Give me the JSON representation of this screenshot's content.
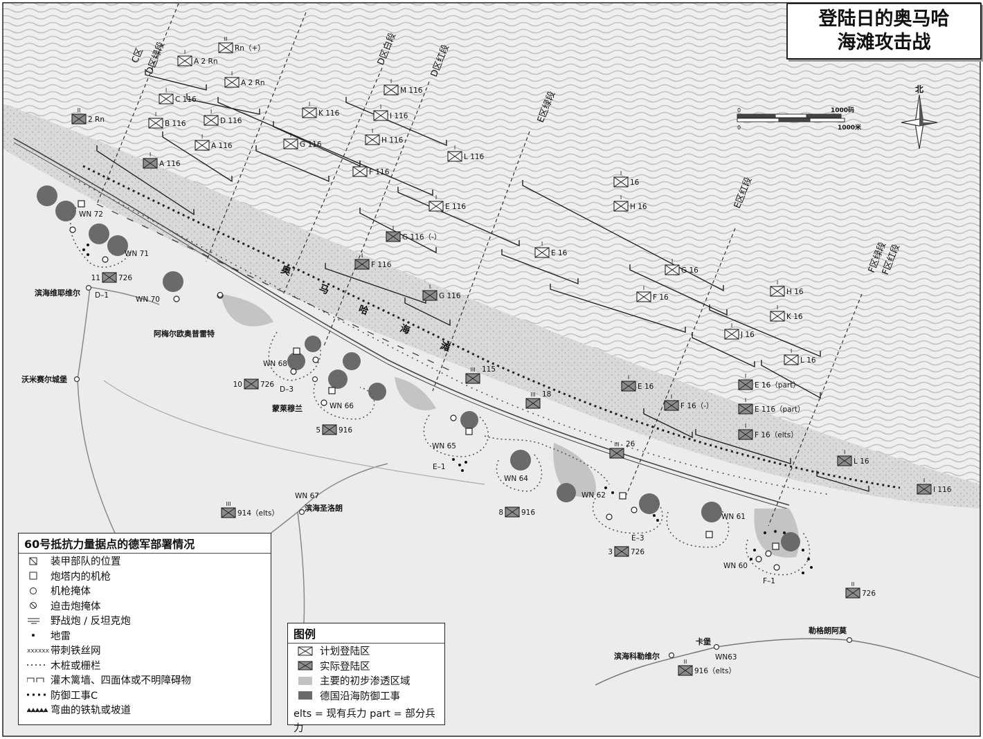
{
  "title": {
    "line1": "登陆日的奥马哈",
    "line2": "海滩攻击战"
  },
  "compass": {
    "label": "北"
  },
  "scale": {
    "zero_top": "0",
    "yards": "1000码",
    "zero_bottom": "0",
    "meters": "1000米"
  },
  "beach_label": [
    "奥",
    "马",
    "哈",
    "海",
    "滩"
  ],
  "sectors": [
    {
      "label": "C区"
    },
    {
      "label": "D区绿段"
    },
    {
      "label": "D区白段"
    },
    {
      "label": "D区红段"
    },
    {
      "label": "E区绿段"
    },
    {
      "label": "E区红段"
    },
    {
      "label": "F区绿段"
    },
    {
      "label": "F区红段"
    }
  ],
  "planned_units": [
    {
      "label": "Rn（+）",
      "echelon": "II"
    },
    {
      "label": "A 2 Rn",
      "echelon": "I"
    },
    {
      "label": "A 2 Rn",
      "echelon": "I"
    },
    {
      "label": "C 116",
      "echelon": "I"
    },
    {
      "label": "B 116",
      "echelon": "I"
    },
    {
      "label": "D 116",
      "echelon": "I"
    },
    {
      "label": "A 116",
      "echelon": "I"
    },
    {
      "label": "K 116",
      "echelon": "I"
    },
    {
      "label": "M 116",
      "echelon": "I"
    },
    {
      "label": "I 116",
      "echelon": "I"
    },
    {
      "label": "H 116",
      "echelon": "I"
    },
    {
      "label": "G 116",
      "echelon": "I"
    },
    {
      "label": "F 116",
      "echelon": "I"
    },
    {
      "label": "L 116",
      "echelon": "I"
    },
    {
      "label": "E 116",
      "echelon": "I"
    },
    {
      "label": "16",
      "echelon": "I"
    },
    {
      "label": "H 16",
      "echelon": "I"
    },
    {
      "label": "E 16",
      "echelon": "I"
    },
    {
      "label": "G 16",
      "echelon": "I"
    },
    {
      "label": "F 16",
      "echelon": "I"
    },
    {
      "label": "H 16",
      "echelon": "I"
    },
    {
      "label": "K 16",
      "echelon": "I"
    },
    {
      "label": "J 16",
      "echelon": "I"
    },
    {
      "label": "L 16",
      "echelon": "I"
    }
  ],
  "actual_units": [
    {
      "label": "2 Rn",
      "echelon": "II"
    },
    {
      "label": "A 116",
      "echelon": "I"
    },
    {
      "label": "G 116（-）",
      "echelon": "I"
    },
    {
      "label": "F 116",
      "echelon": "I"
    },
    {
      "label": "G 116",
      "echelon": "I"
    },
    {
      "label": "115",
      "echelon": "III"
    },
    {
      "label": "18",
      "echelon": "III"
    },
    {
      "label": "26",
      "echelon": "III"
    },
    {
      "label": "E 16",
      "echelon": "I"
    },
    {
      "label": "F 16（-）",
      "echelon": "I"
    },
    {
      "label": "E 16（part）",
      "echelon": "I"
    },
    {
      "label": "E 116（part）",
      "echelon": "I"
    },
    {
      "label": "F 16（elts）",
      "echelon": "I"
    },
    {
      "label": "L 16",
      "echelon": "I"
    },
    {
      "label": "I 116",
      "echelon": "I"
    }
  ],
  "german_units": [
    {
      "label": "726",
      "prefix": "11"
    },
    {
      "label": "726",
      "prefix": "10"
    },
    {
      "label": "916",
      "prefix": "5"
    },
    {
      "label": "916",
      "prefix": "8"
    },
    {
      "label": "726",
      "prefix": "3"
    },
    {
      "label": "914（elts）",
      "prefix": "III"
    },
    {
      "label": "726",
      "prefix": "II"
    },
    {
      "label": "916（elts）",
      "prefix": "II"
    }
  ],
  "strongpoints": [
    "WN 72",
    "WN 71",
    "WN 70",
    "WN 68",
    "WN 66",
    "WN 65",
    "WN 64",
    "WN 62",
    "WN 61",
    "WN 60",
    "WN 67",
    "WN63"
  ],
  "exits": [
    "D–1",
    "D–3",
    "E–1",
    "E–3",
    "F–1"
  ],
  "places": [
    "滨海维耶维尔",
    "阿梅尔欧奥普雷特",
    "蒙莱穆兰",
    "沃米赛尔城堡",
    "滨海圣洛朗",
    "滨海科勒维尔",
    "卡堡",
    "勒格朗阿莫"
  ],
  "legend_wn60": {
    "title": "60号抵抗力量据点的德军部署情况",
    "items": [
      "装甲部队的位置",
      "炮塔内的机枪",
      "机枪掩体",
      "迫击炮掩体",
      "野战炮 / 反坦克炮",
      "地雷",
      "带刺铁丝网",
      "木桩或栅栏",
      "灌木篱墙、四面体或不明障碍物",
      "防御工事C",
      "弯曲的铁轨或坡道"
    ],
    "barbed_sample": "xxxxxx"
  },
  "legend_main": {
    "title": "图例",
    "items": [
      "计划登陆区",
      "实际登陆区",
      "主要的初步渗透区域",
      "德国沿海防御工事"
    ],
    "footnote": "elts = 现有兵力   part = 部分兵力"
  },
  "colors": {
    "sea": "#efefef",
    "wave": "#c2c2c2",
    "land": "#ececec",
    "sand": "#d9d9d9",
    "actual": "#8c8c8c",
    "german": "#6a6a6a",
    "penetration": "#c4c4c4",
    "line": "#222222"
  }
}
